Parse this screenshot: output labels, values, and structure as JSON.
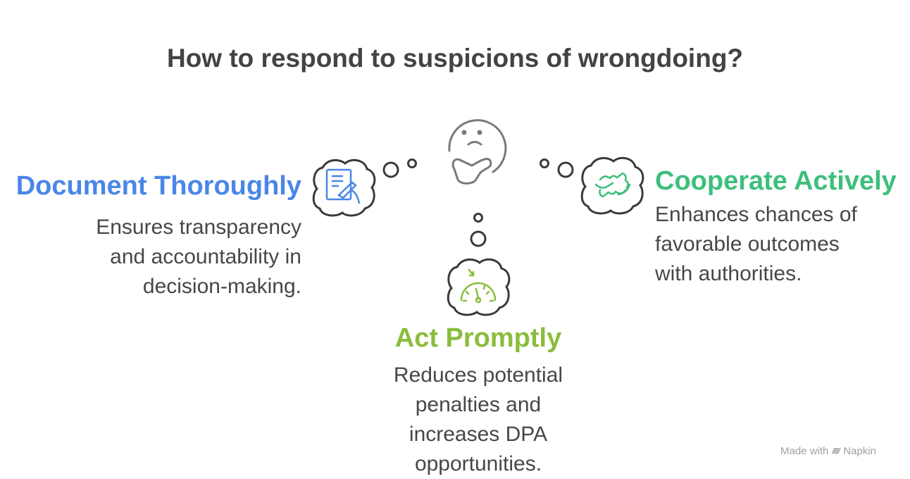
{
  "title": "How to respond to suspicions of wrongdoing?",
  "items": [
    {
      "heading": "Document Thoroughly",
      "lines": [
        "Ensures transparency",
        "and accountability in",
        "decision-making."
      ],
      "icon": "document-writing-icon",
      "color": "#4a86e8"
    },
    {
      "heading": "Cooperate Actively",
      "lines": [
        "Enhances chances of",
        "favorable outcomes",
        "with authorities."
      ],
      "icon": "handshake-icon",
      "color": "#3dbf7c"
    },
    {
      "heading": "Act Promptly",
      "lines": [
        "Reduces potential",
        "penalties and",
        "increases DPA",
        "opportunities."
      ],
      "icon": "speedometer-icon",
      "color": "#8abd3c"
    }
  ],
  "center_icon": "thinking-face-icon",
  "footer": {
    "made_with": "Made with",
    "brand": "Napkin"
  }
}
